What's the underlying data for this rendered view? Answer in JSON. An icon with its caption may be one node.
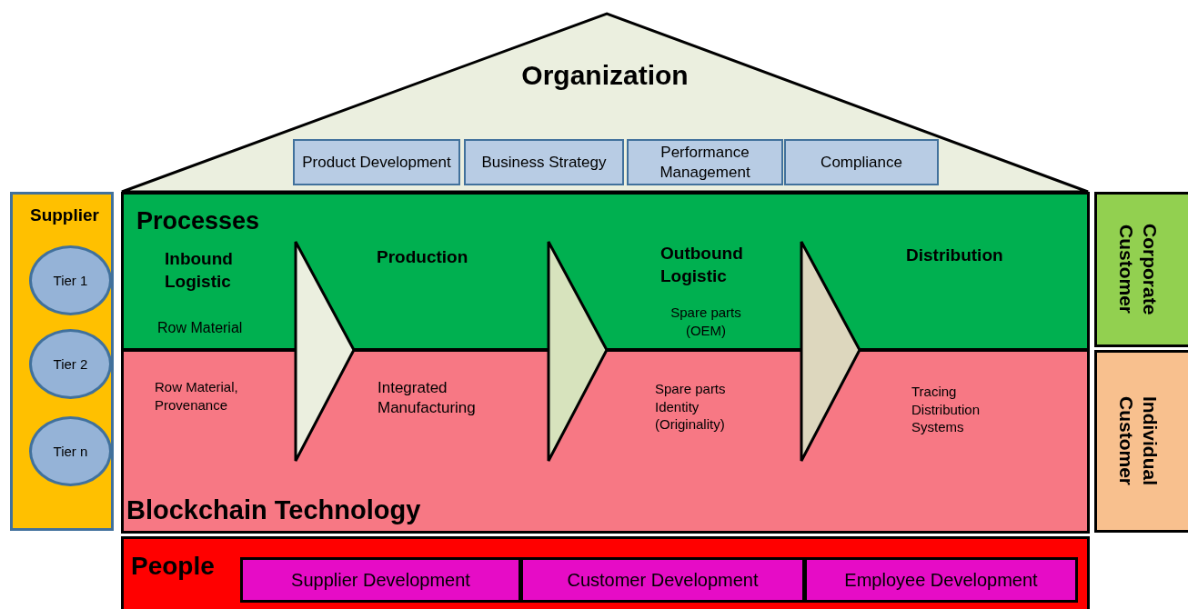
{
  "diagram": {
    "nodes": [
      {
        "text": [
          "Organization"
        ]
      },
      {
        "text": [
          "Product Development"
        ],
        "in": 0
      },
      {
        "text": [
          "Business Strategy"
        ],
        "in": 0
      },
      {
        "text": [
          "Performance Management"
        ],
        "in": 0
      },
      {
        "text": [
          "Compliance"
        ],
        "in": 0
      },
      {
        "text": [
          "Supplier"
        ]
      },
      {
        "text": [
          "Tier 1"
        ],
        "in": 5
      },
      {
        "text": [
          "Tier 2"
        ],
        "in": 5
      },
      {
        "text": [
          "Tier n"
        ],
        "in": 5
      },
      {
        "text": [
          "Processes"
        ]
      },
      {
        "text": [
          "Blockchain Technology"
        ]
      },
      {
        "text": [
          "Corporate Customer"
        ]
      },
      {
        "text": [
          "Individual Customer"
        ]
      },
      {
        "text": [
          "People"
        ]
      },
      {
        "text": [
          "Supplier Development"
        ],
        "in": 13
      },
      {
        "text": [
          "Customer Development"
        ],
        "in": 13
      },
      {
        "text": [
          "Employee Development"
        ],
        "in": 13
      }
    ],
    "labels": [
      "Inbound Logistic",
      "Production",
      "Outbound Logistic",
      "Distribution",
      "Row Material",
      "Spare parts (OEM)",
      "Row Material, Provenance",
      "Integrated Manufacturing",
      "Spare parts Identity (Originality)",
      "Tracing Distribution Systems"
    ]
  }
}
